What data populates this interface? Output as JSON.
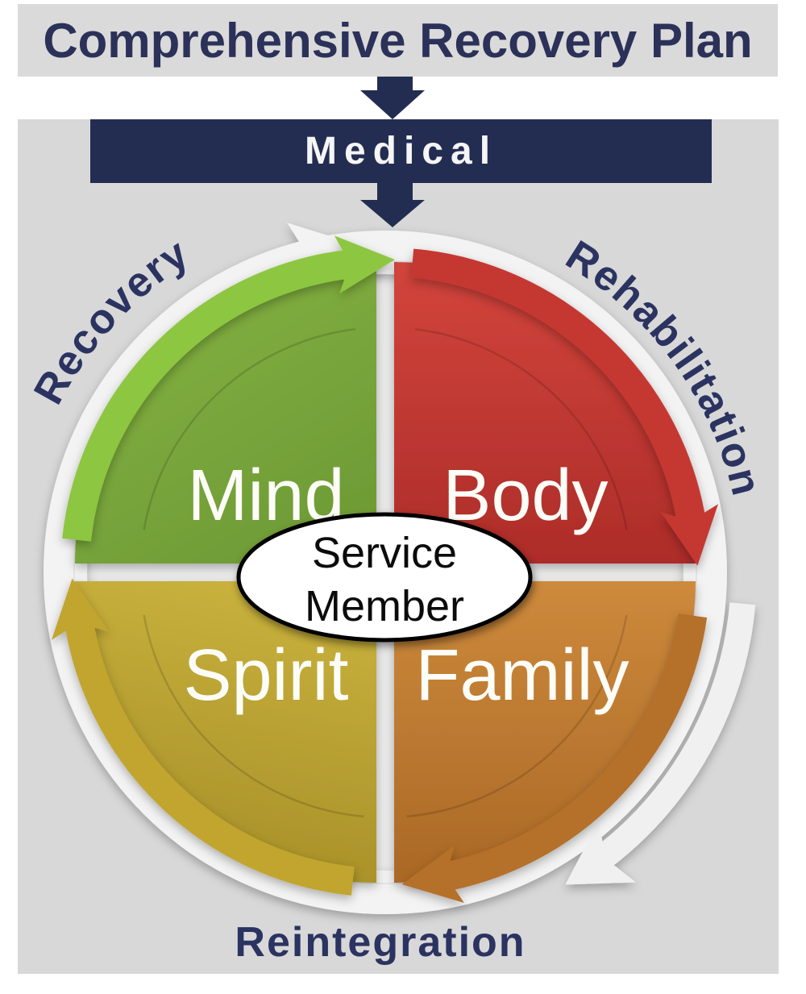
{
  "title": "Comprehensive Recovery Plan",
  "flow": {
    "medical_label": "Medical",
    "arrows": [
      "down-arrow from title to Medical",
      "down-arrow from Medical to cycle"
    ]
  },
  "cycle": {
    "direction": "clockwise",
    "phase_labels": {
      "upper_left": "Recovery",
      "upper_right": "Rehabilitation",
      "bottom": "Reintegration"
    },
    "quadrants": [
      {
        "id": "mind",
        "label": "Mind",
        "position": "top-left",
        "color": "#7daa3d",
        "arrow_color": "#8dc63f"
      },
      {
        "id": "body",
        "label": "Body",
        "position": "top-right",
        "color": "#c0342f",
        "arrow_color": "#c53732"
      },
      {
        "id": "spirit",
        "label": "Spirit",
        "position": "bottom-left",
        "color": "#bda233",
        "arrow_color": "#c1a52e"
      },
      {
        "id": "family",
        "label": "Family",
        "position": "bottom-right",
        "color": "#bf7a31",
        "arrow_color": "#b5702b"
      }
    ],
    "center": {
      "line1": "Service",
      "line2": "Member"
    }
  },
  "colors": {
    "navy": "#2b3158",
    "medical_bar": "#232d52",
    "banner_bg": "#dadada",
    "panel_bg": "#d8d8d8",
    "ring": "#f3f3f3",
    "center_ellipse_fill": "#ffffff",
    "center_ellipse_border": "#000000",
    "quadrant_text": "#ffffff"
  }
}
